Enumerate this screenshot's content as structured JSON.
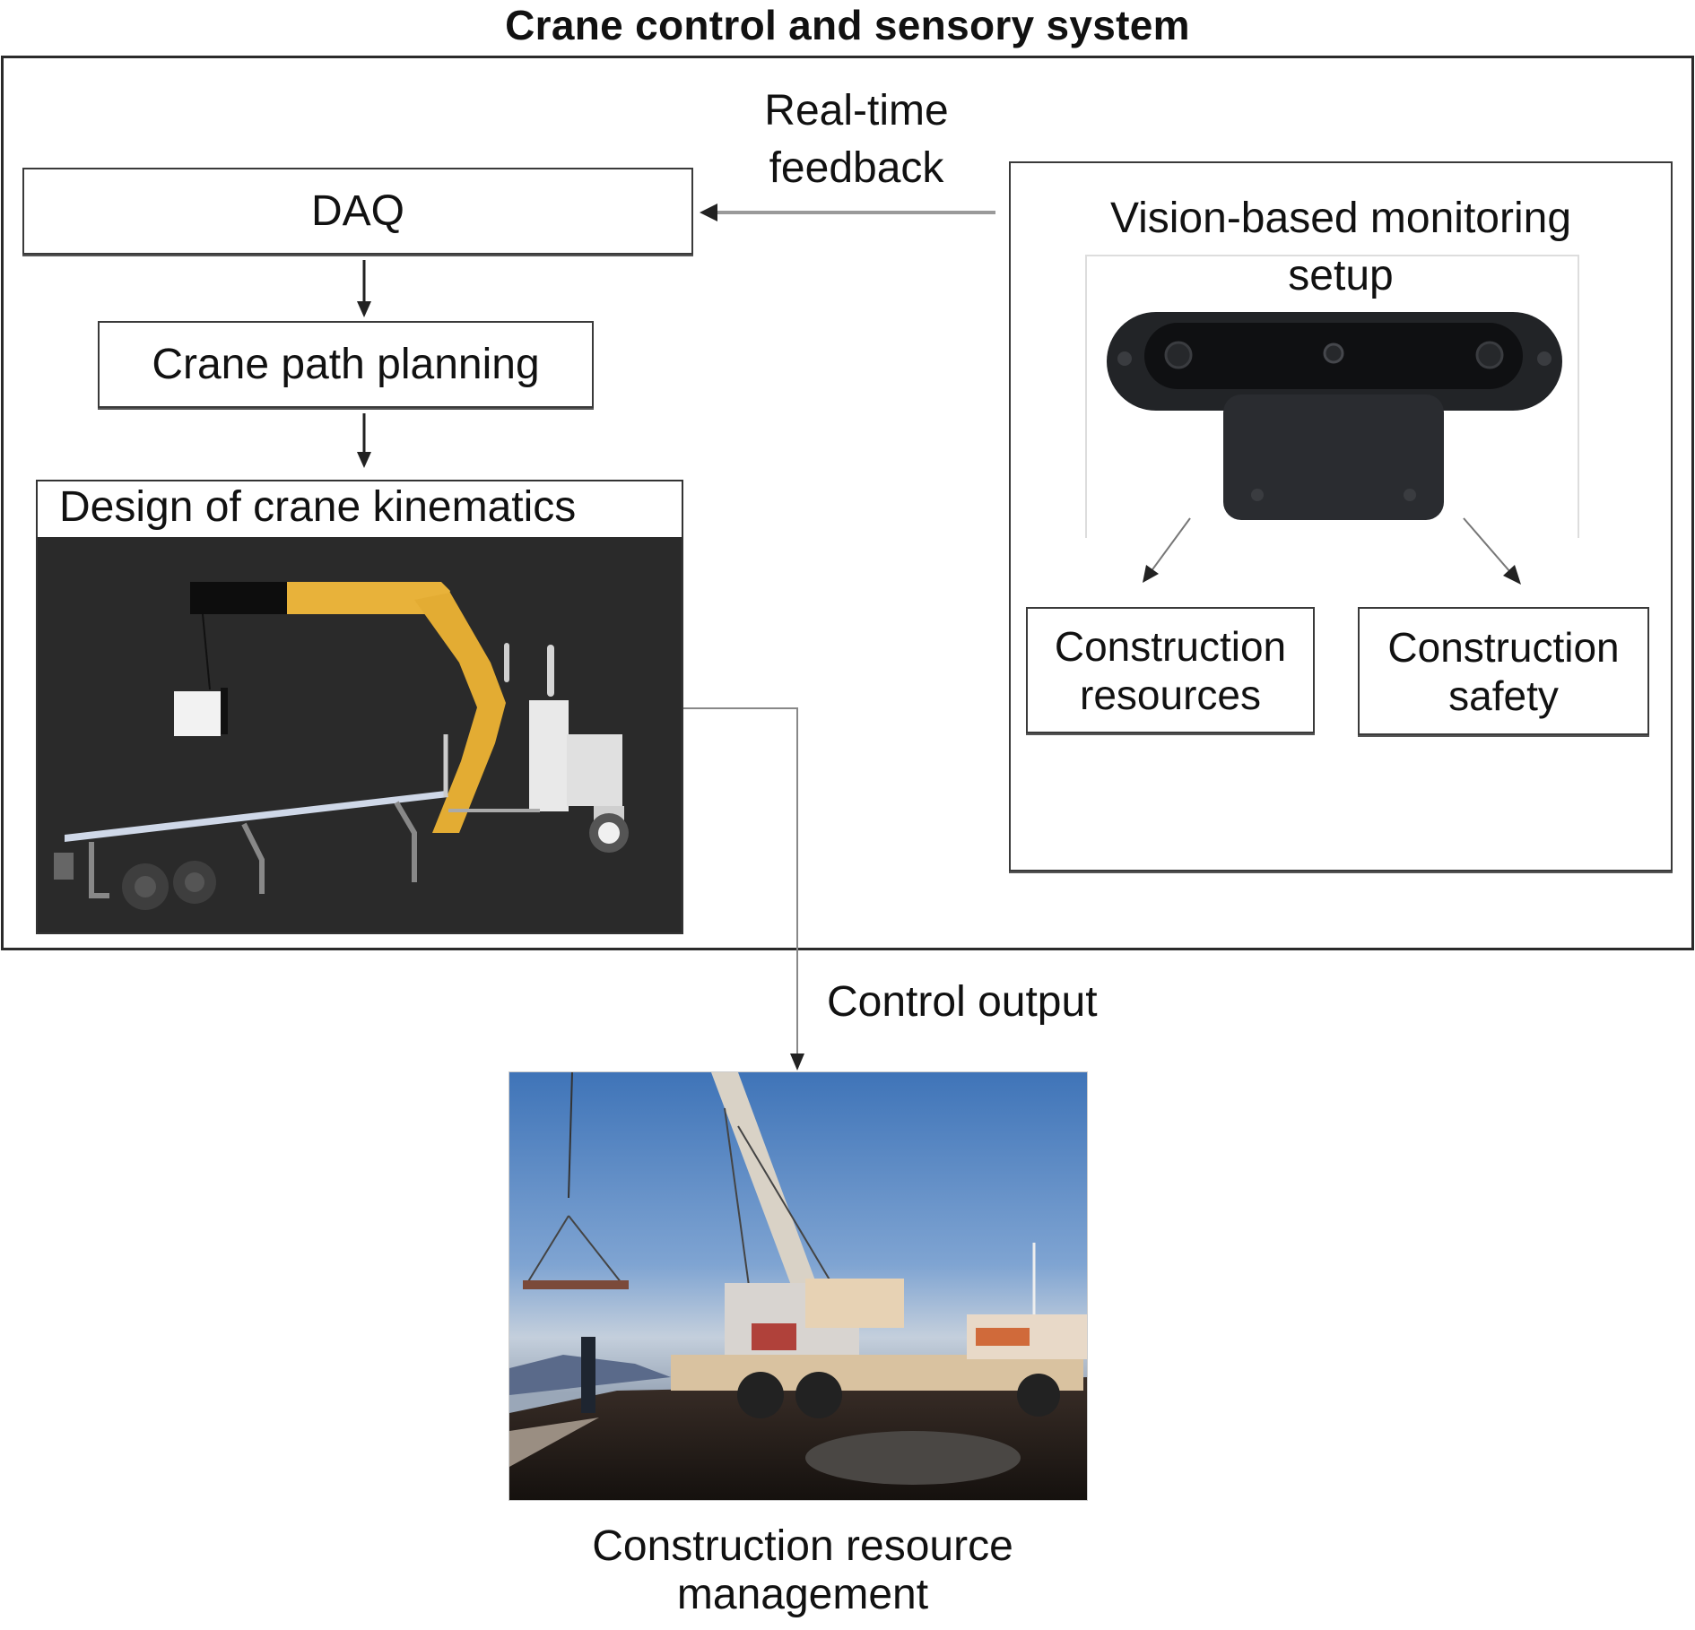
{
  "title": "Crane control and sensory system",
  "nodes": {
    "daq": "DAQ",
    "crane_path_planning": "Crane path planning",
    "crane_kinematics": "Design of crane kinematics",
    "vision_monitoring": "Vision-based monitoring setup",
    "construction_resources": "Construction resources",
    "construction_safety": "Construction safety",
    "construction_resource_management": "Construction resource management"
  },
  "edges": {
    "realtime_feedback": "Real-time feedback",
    "control_output": "Control output"
  },
  "images": {
    "kinematics_render": "crane-truck-3d-render",
    "camera": "stereo-depth-camera",
    "site_photo": "mobile-crane-site-photo"
  },
  "colors": {
    "boom_yellow": "#e8b23a",
    "render_bg": "#2a2a2a",
    "sky_top": "#3f74b8",
    "sky_bottom": "#b9c8dc"
  }
}
